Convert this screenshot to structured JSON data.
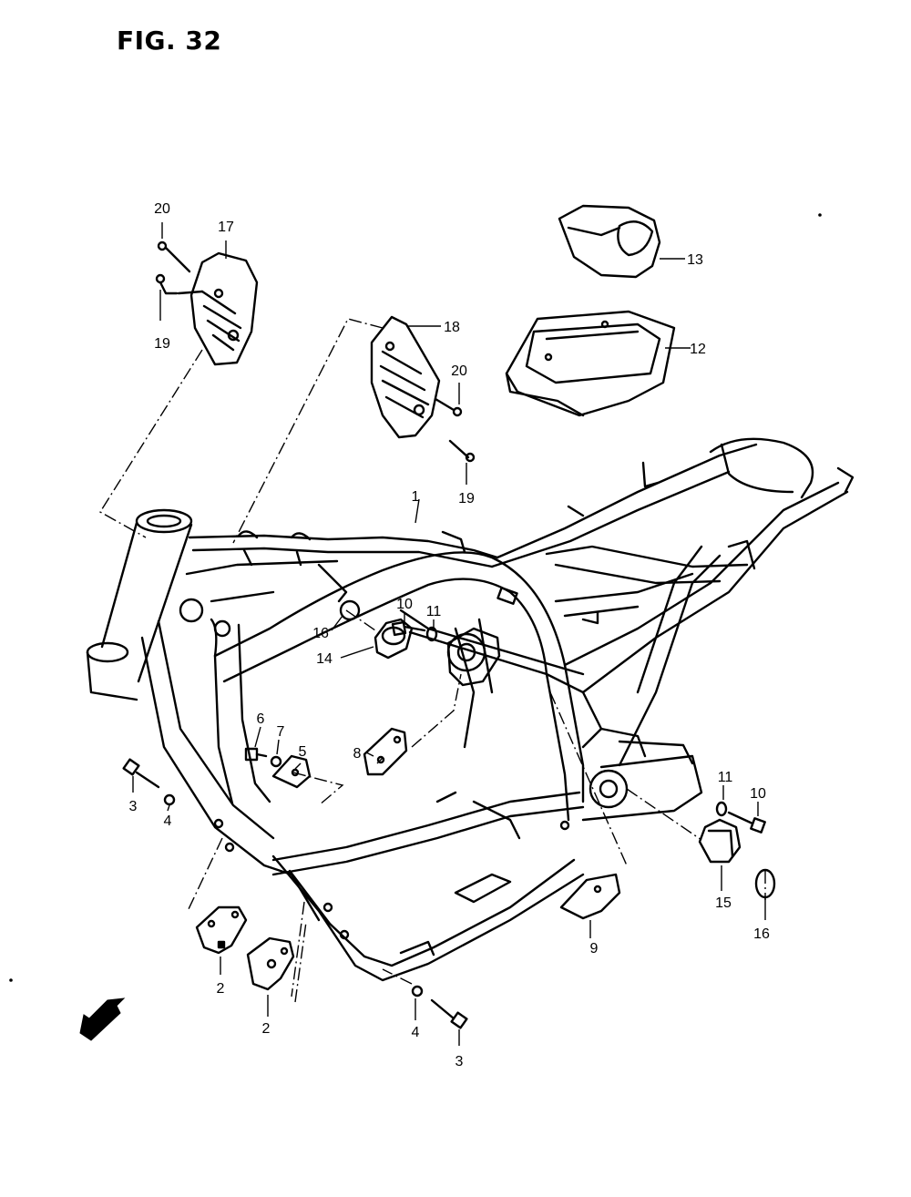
{
  "figure": {
    "title": "FIG. 32"
  },
  "fwd_label": "FWD",
  "callouts": {
    "c1": "1",
    "c2a": "2",
    "c2b": "2",
    "c3a": "3",
    "c3b": "3",
    "c4a": "4",
    "c4b": "4",
    "c5": "5",
    "c6": "6",
    "c7": "7",
    "c8": "8",
    "c9": "9",
    "c10a": "10",
    "c10b": "10",
    "c11a": "11",
    "c11b": "11",
    "c12": "12",
    "c13": "13",
    "c14": "14",
    "c15": "15",
    "c16a": "16",
    "c16b": "16",
    "c17": "17",
    "c18": "18",
    "c19a": "19",
    "c19b": "19",
    "c20a": "20",
    "c20b": "20"
  }
}
